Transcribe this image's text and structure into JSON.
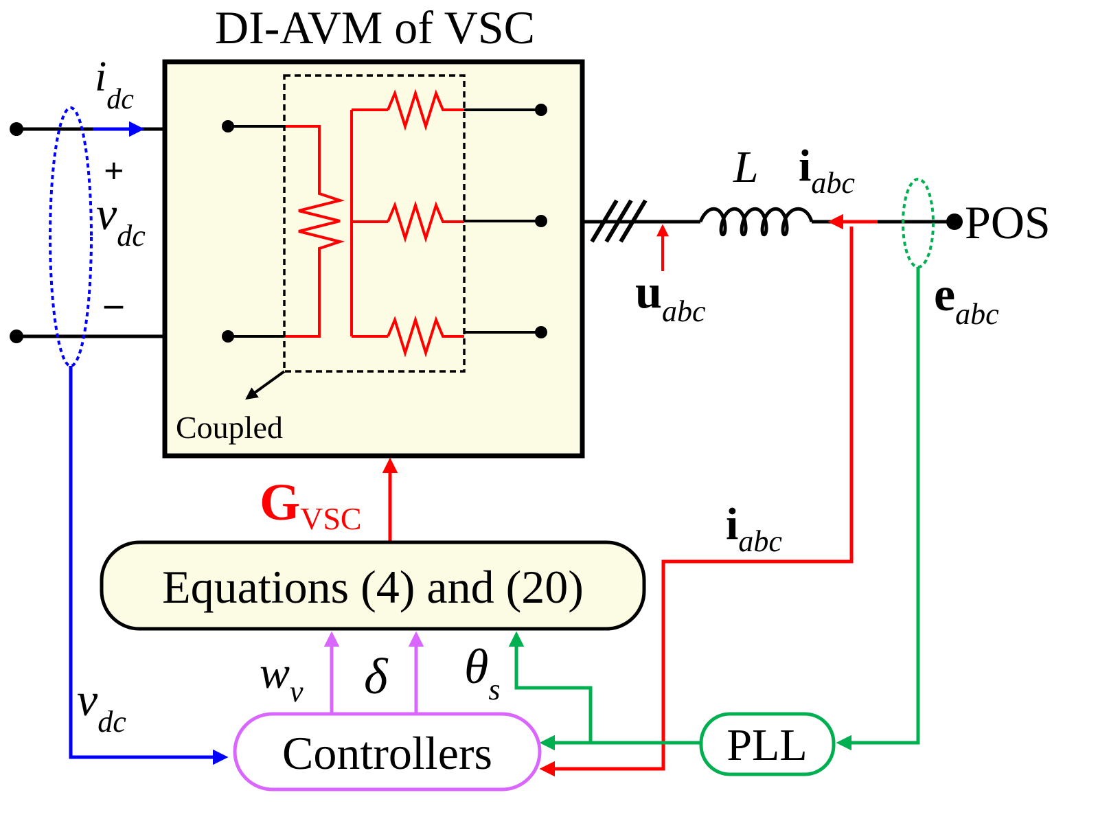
{
  "title": "DI-AVM of VSC",
  "labels": {
    "idc_main": "i",
    "idc_sub": "dc",
    "plus": "+",
    "minus": "–",
    "vdc_main": "v",
    "vdc_sub": "dc",
    "coupled": "Coupled",
    "inductor": "L",
    "iabc_top_main": "i",
    "iabc_top_sub": "abc",
    "uabc_main": "u",
    "uabc_sub": "abc",
    "eabc_main": "e",
    "eabc_sub": "abc",
    "pos": "POS",
    "gvsc_main": "G",
    "gvsc_sub": "VSC",
    "iabc_mid_main": "i",
    "iabc_mid_sub": "abc",
    "wv_main": "w",
    "wv_sub": "v",
    "delta": "δ",
    "theta_main": "θ",
    "theta_sub": "s",
    "vdc2_main": "v",
    "vdc2_sub": "dc"
  },
  "blocks": {
    "equations": "Equations (4) and (20)",
    "controllers": "Controllers",
    "pll": "PLL"
  },
  "colors": {
    "black": "#000000",
    "red": "#ff0000",
    "blue": "#0000ff",
    "green": "#00b050",
    "magenta": "#d966ff",
    "box_fill": "#fcfce4"
  }
}
